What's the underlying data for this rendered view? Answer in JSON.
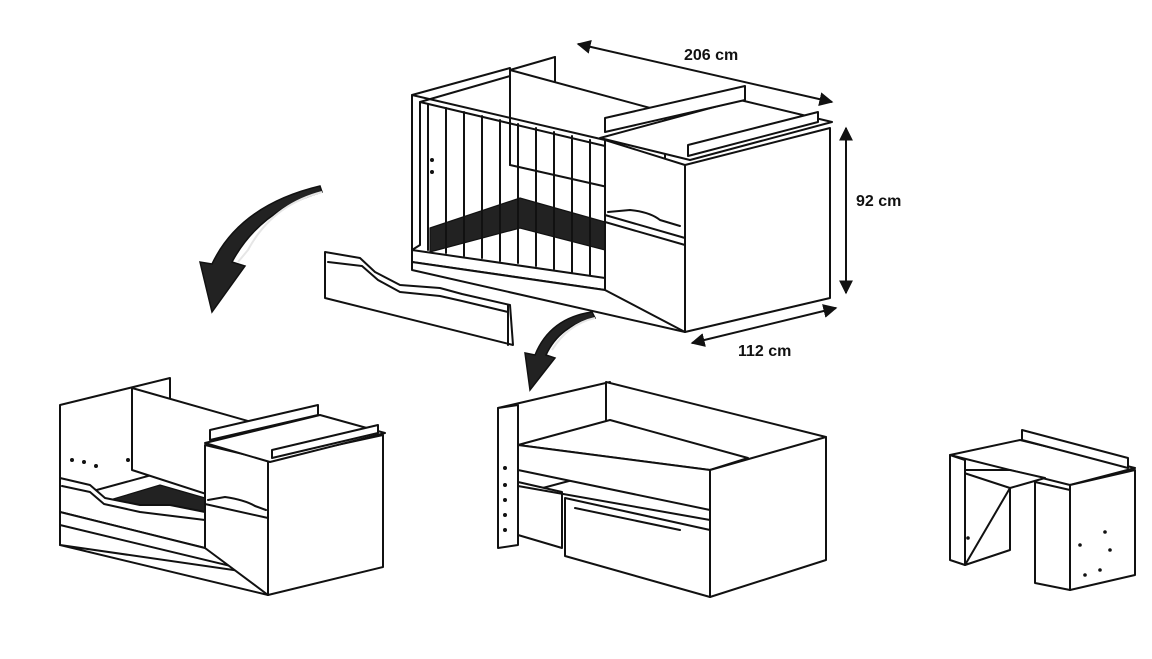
{
  "dimensions": {
    "length": "206 cm",
    "height": "92 cm",
    "depth": "112 cm"
  },
  "colors": {
    "line": "#111111",
    "arrow_dark": "#222222",
    "arrow_light": "#e6e6e6",
    "background": "#ffffff"
  },
  "configurations": [
    "cot-bed-with-changing-unit",
    "junior-bed-with-changing-unit",
    "daybed-with-drawers",
    "desk"
  ]
}
